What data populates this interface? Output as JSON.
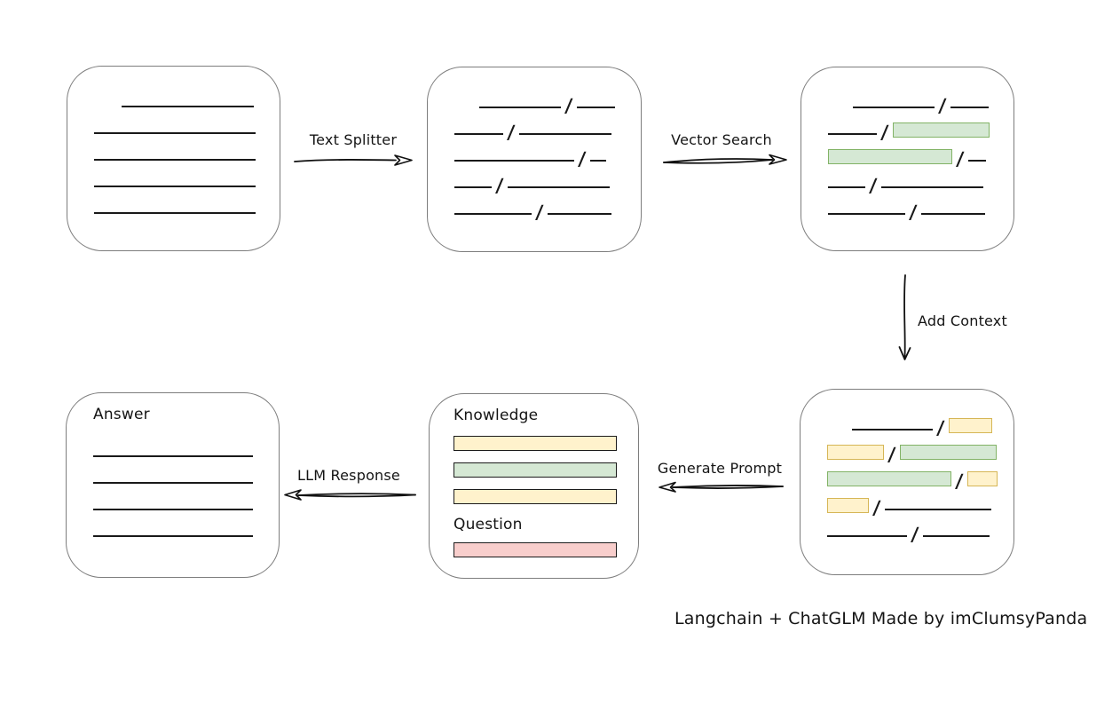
{
  "palette": {
    "green": {
      "fill": "#d5e8d4",
      "border": "#82b366"
    },
    "yellow": {
      "fill": "#fff2cc",
      "border": "#d6b656"
    },
    "red": {
      "fill": "#f8cecc",
      "border": "#b85450"
    }
  },
  "nodes": {
    "source_document": {
      "rows": [
        [
          {
            "t": "line",
            "w": 149,
            "ml": 31
          }
        ],
        [
          {
            "t": "line",
            "w": 182
          }
        ],
        [
          {
            "t": "line",
            "w": 182
          }
        ],
        [
          {
            "t": "line",
            "w": 182
          }
        ],
        [
          {
            "t": "line",
            "w": 182
          }
        ]
      ]
    },
    "split_document": {
      "rows": [
        [
          {
            "t": "line",
            "w": 92,
            "ml": 28
          },
          {
            "t": "slash"
          },
          {
            "t": "line",
            "w": 43
          }
        ],
        [
          {
            "t": "line",
            "w": 55
          },
          {
            "t": "slash"
          },
          {
            "t": "line",
            "w": 104
          }
        ],
        [
          {
            "t": "line",
            "w": 135
          },
          {
            "t": "slash"
          },
          {
            "t": "line",
            "w": 18
          }
        ],
        [
          {
            "t": "line",
            "w": 42
          },
          {
            "t": "slash"
          },
          {
            "t": "line",
            "w": 115
          }
        ],
        [
          {
            "t": "line",
            "w": 87
          },
          {
            "t": "slash"
          },
          {
            "t": "line",
            "w": 72
          }
        ]
      ]
    },
    "searched_document": {
      "rows": [
        [
          {
            "t": "line",
            "w": 92,
            "ml": 28
          },
          {
            "t": "slash"
          },
          {
            "t": "line",
            "w": 43
          }
        ],
        [
          {
            "t": "line",
            "w": 55
          },
          {
            "t": "slash"
          },
          {
            "t": "chip",
            "w": 107,
            "c": "green"
          }
        ],
        [
          {
            "t": "chip",
            "w": 138,
            "c": "green"
          },
          {
            "t": "slash"
          },
          {
            "t": "line",
            "w": 20
          }
        ],
        [
          {
            "t": "line",
            "w": 42
          },
          {
            "t": "slash"
          },
          {
            "t": "line",
            "w": 115
          }
        ],
        [
          {
            "t": "line",
            "w": 87
          },
          {
            "t": "slash"
          },
          {
            "t": "line",
            "w": 72
          }
        ]
      ]
    },
    "context_document": {
      "rows": [
        [
          {
            "t": "line",
            "w": 91,
            "ml": 28
          },
          {
            "t": "slash"
          },
          {
            "t": "chip",
            "w": 47,
            "c": "yellow"
          }
        ],
        [
          {
            "t": "chip",
            "w": 62,
            "c": "yellow"
          },
          {
            "t": "slash"
          },
          {
            "t": "chip",
            "w": 107,
            "c": "green"
          }
        ],
        [
          {
            "t": "chip",
            "w": 138,
            "c": "green"
          },
          {
            "t": "slash"
          },
          {
            "t": "chip",
            "w": 32,
            "c": "yellow"
          }
        ],
        [
          {
            "t": "chip",
            "w": 45,
            "c": "yellow"
          },
          {
            "t": "slash"
          },
          {
            "t": "line",
            "w": 120
          }
        ],
        [
          {
            "t": "line",
            "w": 90
          },
          {
            "t": "slash"
          },
          {
            "t": "line",
            "w": 75
          }
        ]
      ]
    },
    "prompt": {
      "knowledge_label": "Knowledge",
      "question_label": "Question",
      "knowledge_bars": [
        "yellow",
        "green",
        "yellow"
      ],
      "question_bars": [
        "red"
      ]
    },
    "answer": {
      "label": "Answer",
      "line_count": 4
    }
  },
  "arrows": {
    "text_splitter": {
      "label": "Text Splitter"
    },
    "vector_search": {
      "label": "Vector Search"
    },
    "add_context": {
      "label": "Add Context"
    },
    "generate_prompt": {
      "label": "Generate Prompt"
    },
    "llm_response": {
      "label": "LLM Response"
    }
  },
  "footer": {
    "text": "Langchain + ChatGLM Made by imClumsyPanda"
  }
}
